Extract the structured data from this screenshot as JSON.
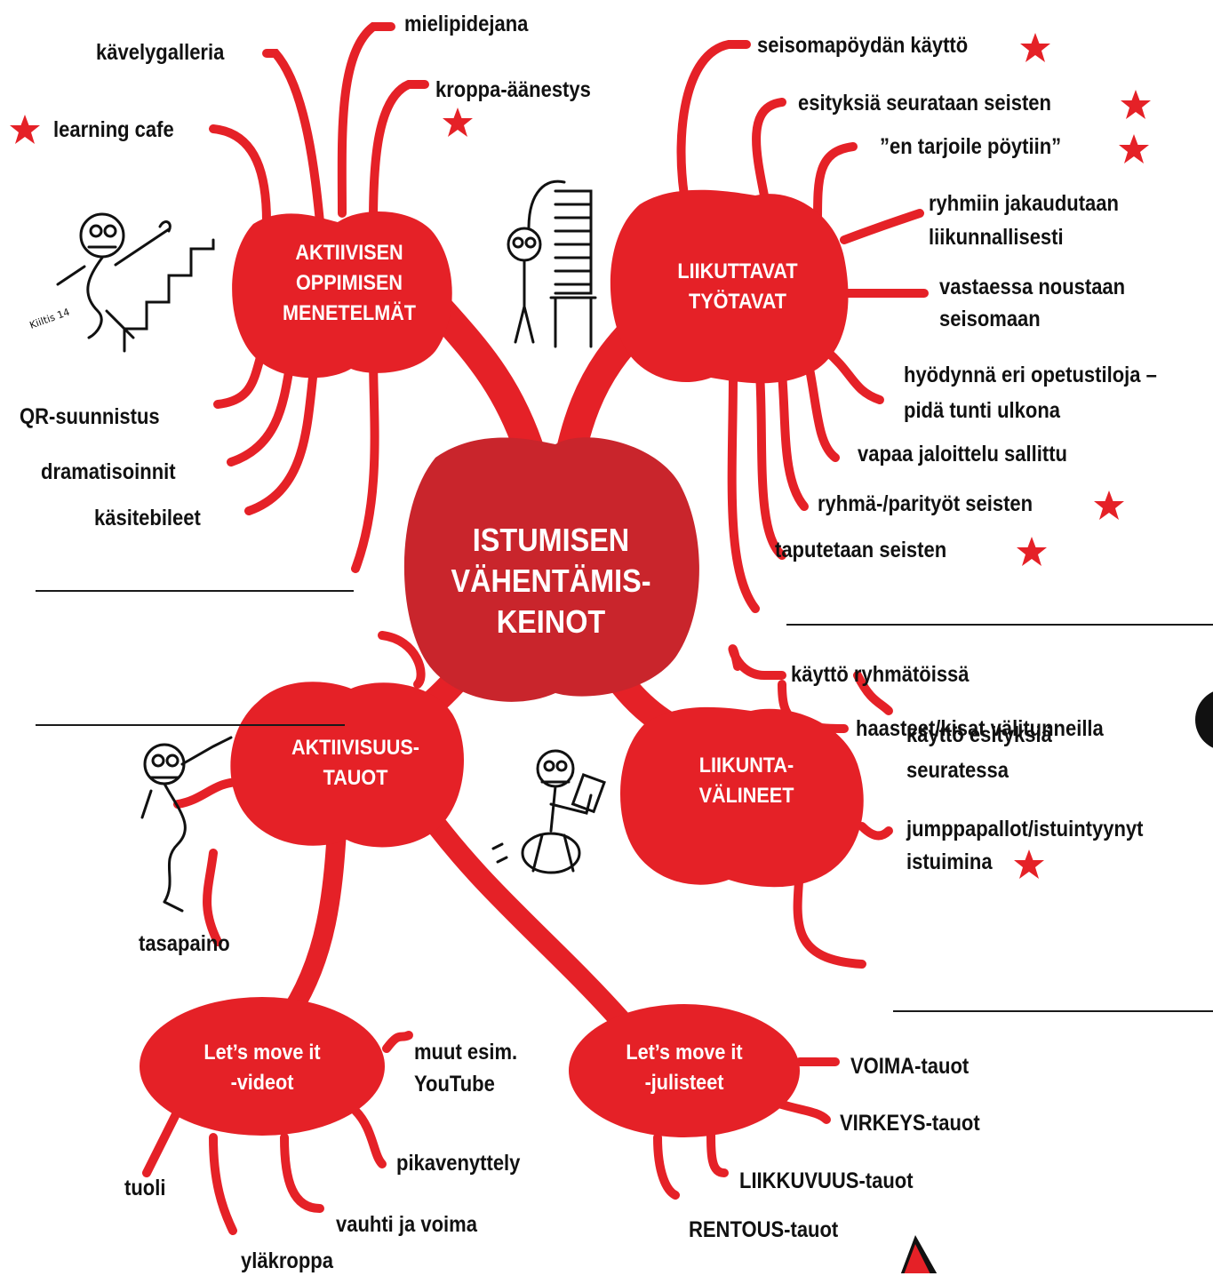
{
  "colors": {
    "branch": "#e52127",
    "center": "#c9252c",
    "star": "#e52127",
    "text": "#111111"
  },
  "center": {
    "line1": "ISTUMISEN",
    "line2": "VÄHENTÄMIS-",
    "line3": "KEINOT"
  },
  "nodes": {
    "aktiivisen": {
      "line1": "AKTIIVISEN",
      "line2": "OPPIMISEN",
      "line3": "MENETELMÄT"
    },
    "liikuttavat": {
      "line1": "LIIKUTTAVAT",
      "line2": "TYÖTAVAT"
    },
    "aktiivisuus": {
      "line1": "AKTIIVISUUS-",
      "line2": "TAUOT"
    },
    "liikunta": {
      "line1": "LIIKUNTA-",
      "line2": "VÄLINEET"
    },
    "videot": {
      "line1": "Let’s move it",
      "line2": "-videot"
    },
    "julisteet": {
      "line1": "Let’s move it",
      "line2": "-julisteet"
    }
  },
  "leaves": {
    "mielipidejana": "mielipidejana",
    "kavelygalleria": "kävelygalleria",
    "kroppa": "kroppa-äänestys",
    "learning": "learning cafe",
    "qr": "QR-suunnistus",
    "dramatisoinnit": "dramatisoinnit",
    "kasitebileet": "käsitebileet",
    "seisomapoyta": "seisomapöydän käyttö",
    "esityksia": "esityksiä seurataan seisten",
    "entarjoile": "”en tarjoile pöytiin”",
    "ryhmiin1": "ryhmiin jakaudutaan",
    "ryhmiin2": "liikunnallisesti",
    "vastaessa1": "vastaessa noustaan",
    "vastaessa2": "seisomaan",
    "hyodynna1": "hyödynnä eri opetustiloja –",
    "hyodynna2": "pidä tunti ulkona",
    "vapaa": "vapaa jaloittelu sallittu",
    "ryhmaparityot": "ryhmä-/parityöt seisten",
    "taputetaan": "taputetaan seisten",
    "kayttoryhma": "käyttö ryhmätöissä",
    "haasteet": "haasteet/kisat välitunneilla",
    "kayttoesit1": "käyttö esityksiä",
    "kayttoesit2": "seuratessa",
    "jumppa1": "jumppapallot/istuintyynyt",
    "jumppa2": "istuimina",
    "tasapaino": "tasapaino",
    "muut1": "muut esim.",
    "muut2": "YouTube",
    "pikavenyttely": "pikavenyttely",
    "tuoli": "tuoli",
    "vauhti": "vauhti ja voima",
    "ylakroppa": "yläkroppa",
    "voima": "VOIMA-tauot",
    "virkeys": "VIRKEYS-tauot",
    "liikkuvuus": "LIIKKUVUUS-tauot",
    "rentous": "RENTOUS-tauot"
  },
  "signature": "Kiiltis 14",
  "starred": [
    "learning",
    "kroppa",
    "seisomapoyta",
    "esityksia",
    "entarjoile",
    "ryhmaparityot",
    "taputetaan",
    "jumppa"
  ]
}
